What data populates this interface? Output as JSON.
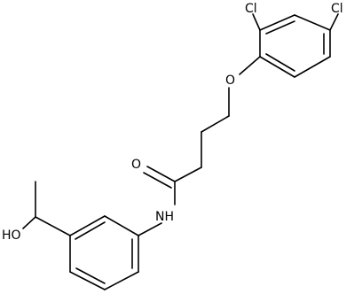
{
  "diagram": {
    "type": "chemical-structure",
    "line_color": "#000000",
    "background_color": "#ffffff",
    "atom_labels": {
      "cl_top": "Cl",
      "cl_right": "Cl",
      "ether_oxygen": "O",
      "carbonyl_oxygen": "O",
      "amide_nitrogen": "NH",
      "hydroxyl": "HO"
    }
  }
}
